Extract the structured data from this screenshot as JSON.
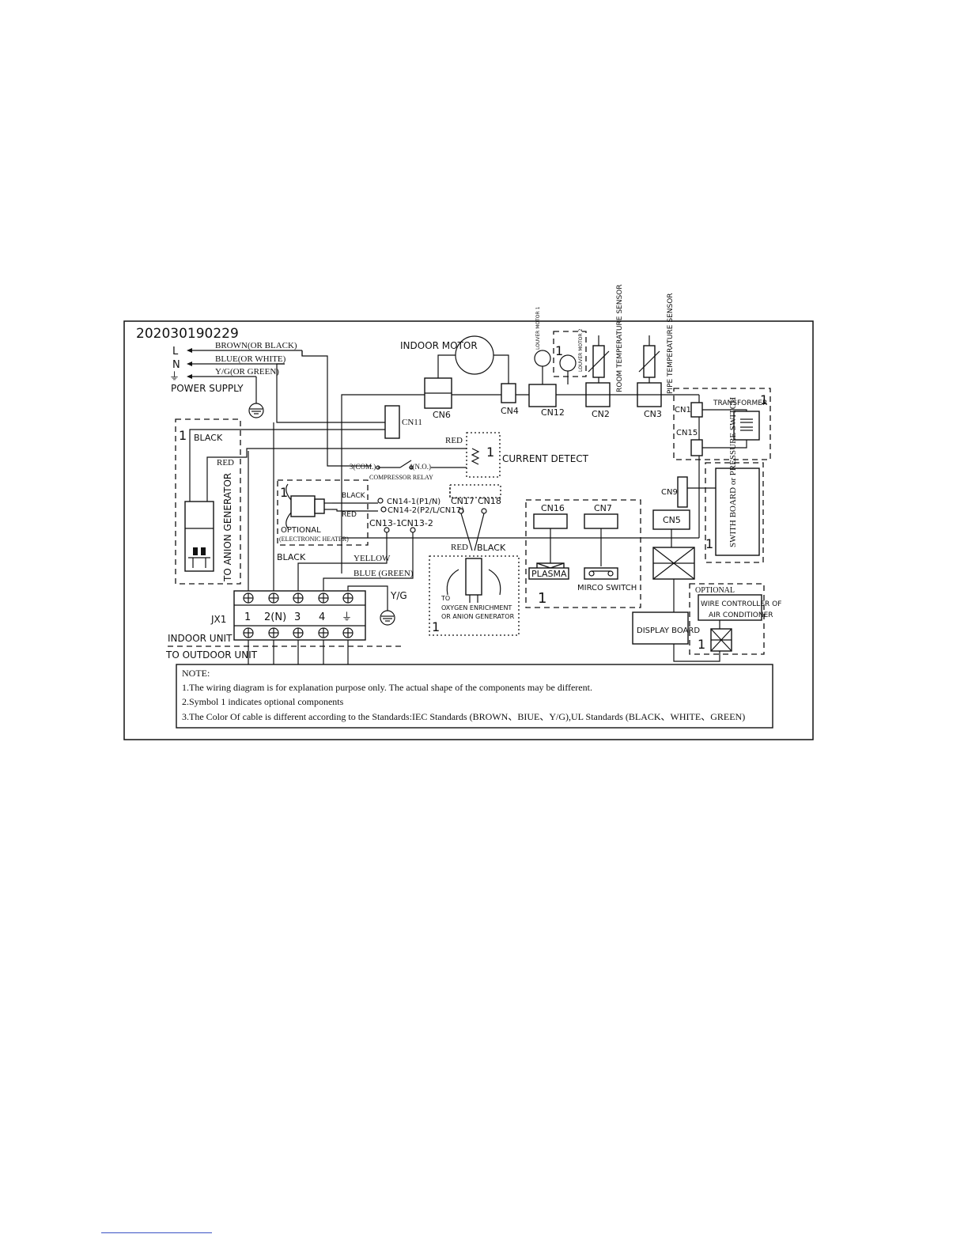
{
  "diagram_id": "202030190229",
  "power": {
    "L": "L",
    "N": "N",
    "brown": "BROWN(OR BLACK)",
    "blue": "BLUE(OR WHITE)",
    "yg": "Y/G(OR GREEN)",
    "supply": "POWER SUPPLY",
    "ground_symbol": "⏚"
  },
  "top_components": {
    "indoor_motor": "INDOOR MOTOR",
    "louver_motor_1": "LOUVER MOTOR 1",
    "louver_motor_2": "LOUVER MOTOR 2",
    "room_sensor": "ROOM TEMPERATURE SENSOR",
    "pipe_sensor": "PIPE TEMPERATURE SENSOR",
    "opt_mark": "1"
  },
  "connectors": {
    "cn6": "CN6",
    "cn4": "CN4",
    "cn12": "CN12",
    "cn2": "CN2",
    "cn3": "CN3",
    "cn11": "CN11",
    "cn1": "CN1",
    "cn15": "CN15",
    "cn9": "CN9",
    "cn5": "CN5",
    "cn16": "CN16",
    "cn7": "CN7",
    "cn17": "CN17",
    "cn18": "CN18",
    "cn14_1": "CN14-1(P1/N)",
    "cn14_2": "CN14-2(P2/L/CN17)",
    "cn13_1": "CN13-1",
    "cn13_2": "CN13-2"
  },
  "labels": {
    "transformer": "TRANSFORMER",
    "current_detect": "CURRENT DETECT",
    "com": "3(COM.)",
    "no": "4(N.O.)",
    "compressor_relay": "COMPRESSOR RELAY",
    "switch_board": "SWITH BOARD or PRESSURE SWITCH",
    "anion_generator": "TO ANION GENERATOR",
    "optional": "OPTIONAL",
    "electronic_heater": "(ELECTRONIC HEATER)",
    "plasma": "PLASMA",
    "micro_switch": "MIRCO SWITCH",
    "oxygen": "TO OXYGEN ENRICHMENT OR ANION GENERATOR",
    "optional_wire": "OPTIONAL",
    "wire_controller": "WIRE CONTROLLER OF AIR CONDITIONER",
    "display_board": "DISPLAY BOARD",
    "jx1": "JX1",
    "indoor_unit": "INDOOR UNIT",
    "outdoor_unit": "TO OUTDOOR UNIT",
    "yg": "Y/G"
  },
  "wires": {
    "black": "BLACK",
    "red": "RED",
    "yellow": "YELLOW",
    "blue_green": "BLUE (GREEN)"
  },
  "terminals": [
    "1",
    "2(N)",
    "3",
    "4",
    "⏚"
  ],
  "notes": {
    "title": "NOTE:",
    "lines": [
      "1.The wiring diagram is for explanation purpose only. The actual shape of the components may be different.",
      "2.Symbol 1 indicates optional components",
      "3.The Color Of cable is different according to the Standards:IEC Standards (BROWN、BIUE、Y/G),UL Standards (BLACK、WHITE、GREEN)"
    ]
  }
}
